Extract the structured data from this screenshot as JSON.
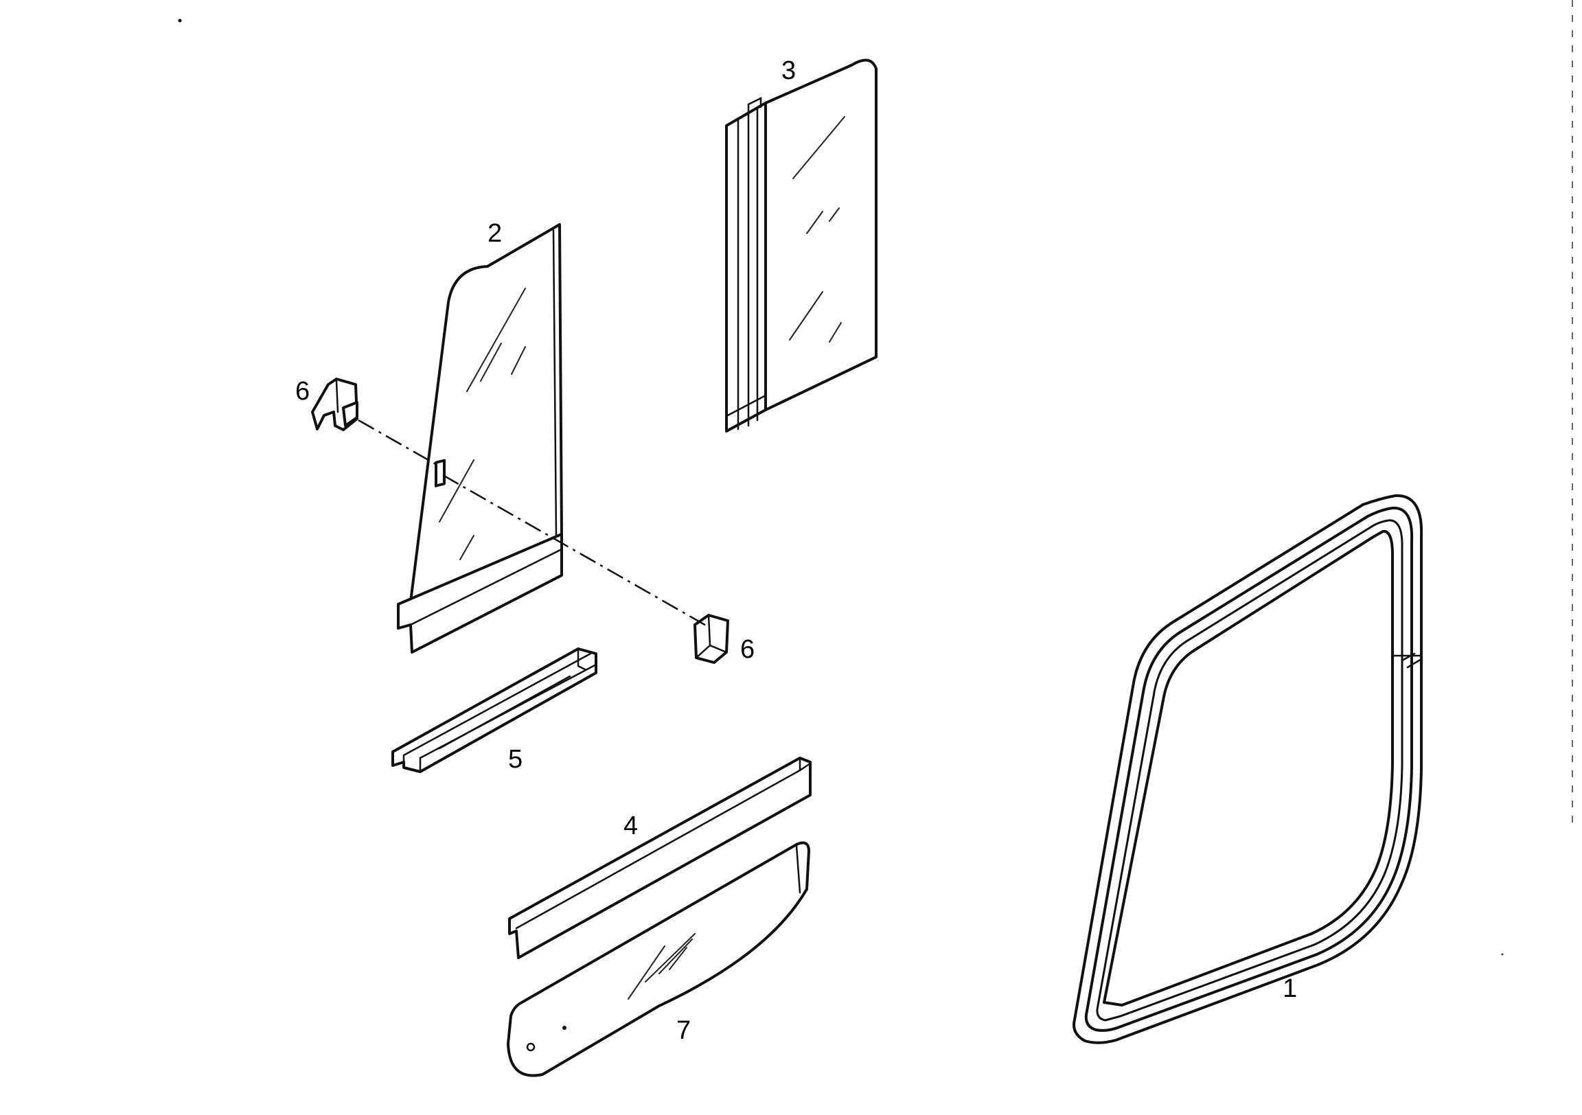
{
  "diagram": {
    "callouts": [
      {
        "id": "1",
        "label": "1"
      },
      {
        "id": "2",
        "label": "2"
      },
      {
        "id": "3",
        "label": "3"
      },
      {
        "id": "4",
        "label": "4"
      },
      {
        "id": "5",
        "label": "5"
      },
      {
        "id": "6a",
        "label": "6"
      },
      {
        "id": "6b",
        "label": "6"
      },
      {
        "id": "7",
        "label": "7"
      }
    ]
  },
  "colors": {
    "ink": "#111111",
    "paper": "#ffffff"
  }
}
